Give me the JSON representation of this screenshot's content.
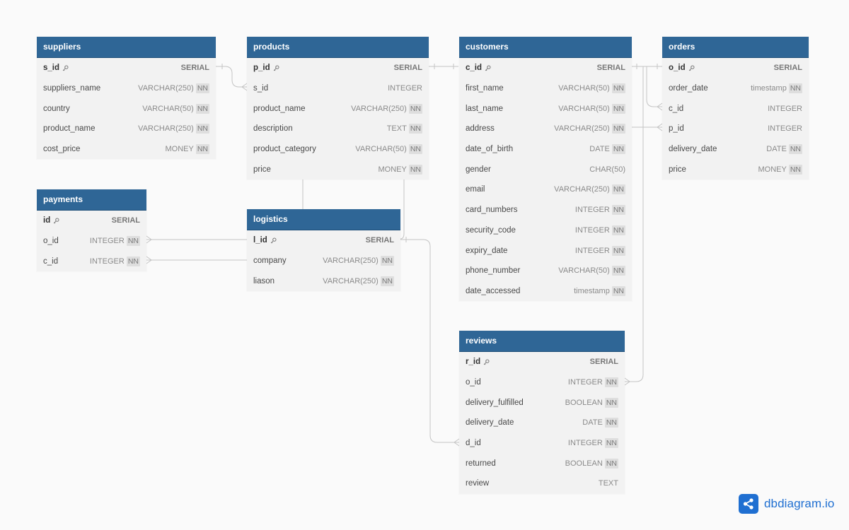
{
  "tables": [
    {
      "id": "suppliers",
      "title": "suppliers",
      "fields": [
        {
          "name": "s_id",
          "type": "SERIAL",
          "pk": true,
          "nn": false
        },
        {
          "name": "suppliers_name",
          "type": "VARCHAR(250)",
          "pk": false,
          "nn": true
        },
        {
          "name": "country",
          "type": "VARCHAR(50)",
          "pk": false,
          "nn": true
        },
        {
          "name": "product_name",
          "type": "VARCHAR(250)",
          "pk": false,
          "nn": true
        },
        {
          "name": "cost_price",
          "type": "MONEY",
          "pk": false,
          "nn": true
        }
      ]
    },
    {
      "id": "products",
      "title": "products",
      "fields": [
        {
          "name": "p_id",
          "type": "SERIAL",
          "pk": true,
          "nn": false
        },
        {
          "name": "s_id",
          "type": "INTEGER",
          "pk": false,
          "nn": false
        },
        {
          "name": "product_name",
          "type": "VARCHAR(250)",
          "pk": false,
          "nn": true
        },
        {
          "name": "description",
          "type": "TEXT",
          "pk": false,
          "nn": true
        },
        {
          "name": "product_category",
          "type": "VARCHAR(50)",
          "pk": false,
          "nn": true
        },
        {
          "name": "price",
          "type": "MONEY",
          "pk": false,
          "nn": true
        }
      ]
    },
    {
      "id": "customers",
      "title": "customers",
      "fields": [
        {
          "name": "c_id",
          "type": "SERIAL",
          "pk": true,
          "nn": false
        },
        {
          "name": "first_name",
          "type": "VARCHAR(50)",
          "pk": false,
          "nn": true
        },
        {
          "name": "last_name",
          "type": "VARCHAR(50)",
          "pk": false,
          "nn": true
        },
        {
          "name": "address",
          "type": "VARCHAR(250)",
          "pk": false,
          "nn": true
        },
        {
          "name": "date_of_birth",
          "type": "DATE",
          "pk": false,
          "nn": true
        },
        {
          "name": "gender",
          "type": "CHAR(50)",
          "pk": false,
          "nn": false
        },
        {
          "name": "email",
          "type": "VARCHAR(250)",
          "pk": false,
          "nn": true
        },
        {
          "name": "card_numbers",
          "type": "INTEGER",
          "pk": false,
          "nn": true
        },
        {
          "name": "security_code",
          "type": "INTEGER",
          "pk": false,
          "nn": true
        },
        {
          "name": "expiry_date",
          "type": "INTEGER",
          "pk": false,
          "nn": true
        },
        {
          "name": "phone_number",
          "type": "VARCHAR(50)",
          "pk": false,
          "nn": true
        },
        {
          "name": "date_accessed",
          "type": "timestamp",
          "pk": false,
          "nn": true
        }
      ]
    },
    {
      "id": "orders",
      "title": "orders",
      "fields": [
        {
          "name": "o_id",
          "type": "SERIAL",
          "pk": true,
          "nn": false
        },
        {
          "name": "order_date",
          "type": "timestamp",
          "pk": false,
          "nn": true
        },
        {
          "name": "c_id",
          "type": "INTEGER",
          "pk": false,
          "nn": false
        },
        {
          "name": "p_id",
          "type": "INTEGER",
          "pk": false,
          "nn": false
        },
        {
          "name": "delivery_date",
          "type": "DATE",
          "pk": false,
          "nn": true
        },
        {
          "name": "price",
          "type": "MONEY",
          "pk": false,
          "nn": true
        }
      ]
    },
    {
      "id": "payments",
      "title": "payments",
      "fields": [
        {
          "name": "id",
          "type": "SERIAL",
          "pk": true,
          "nn": false
        },
        {
          "name": "o_id",
          "type": "INTEGER",
          "pk": false,
          "nn": true
        },
        {
          "name": "c_id",
          "type": "INTEGER",
          "pk": false,
          "nn": true
        }
      ]
    },
    {
      "id": "logistics",
      "title": "logistics",
      "fields": [
        {
          "name": "l_id",
          "type": "SERIAL",
          "pk": true,
          "nn": false
        },
        {
          "name": "company",
          "type": "VARCHAR(250)",
          "pk": false,
          "nn": true
        },
        {
          "name": "liason",
          "type": "VARCHAR(250)",
          "pk": false,
          "nn": true
        }
      ]
    },
    {
      "id": "reviews",
      "title": "reviews",
      "fields": [
        {
          "name": "r_id",
          "type": "SERIAL",
          "pk": true,
          "nn": false
        },
        {
          "name": "o_id",
          "type": "INTEGER",
          "pk": false,
          "nn": true
        },
        {
          "name": "delivery_fulfilled",
          "type": "BOOLEAN",
          "pk": false,
          "nn": true
        },
        {
          "name": "delivery_date",
          "type": "DATE",
          "pk": false,
          "nn": true
        },
        {
          "name": "d_id",
          "type": "INTEGER",
          "pk": false,
          "nn": true
        },
        {
          "name": "returned",
          "type": "BOOLEAN",
          "pk": false,
          "nn": true
        },
        {
          "name": "review",
          "type": "TEXT",
          "pk": false,
          "nn": false
        }
      ]
    }
  ],
  "nn_label": "NN",
  "brand": {
    "name": "dbdiagram.io"
  },
  "colors": {
    "header": "#2f6696",
    "connector": "#c4c4c4",
    "brand": "#1f6fd1"
  }
}
